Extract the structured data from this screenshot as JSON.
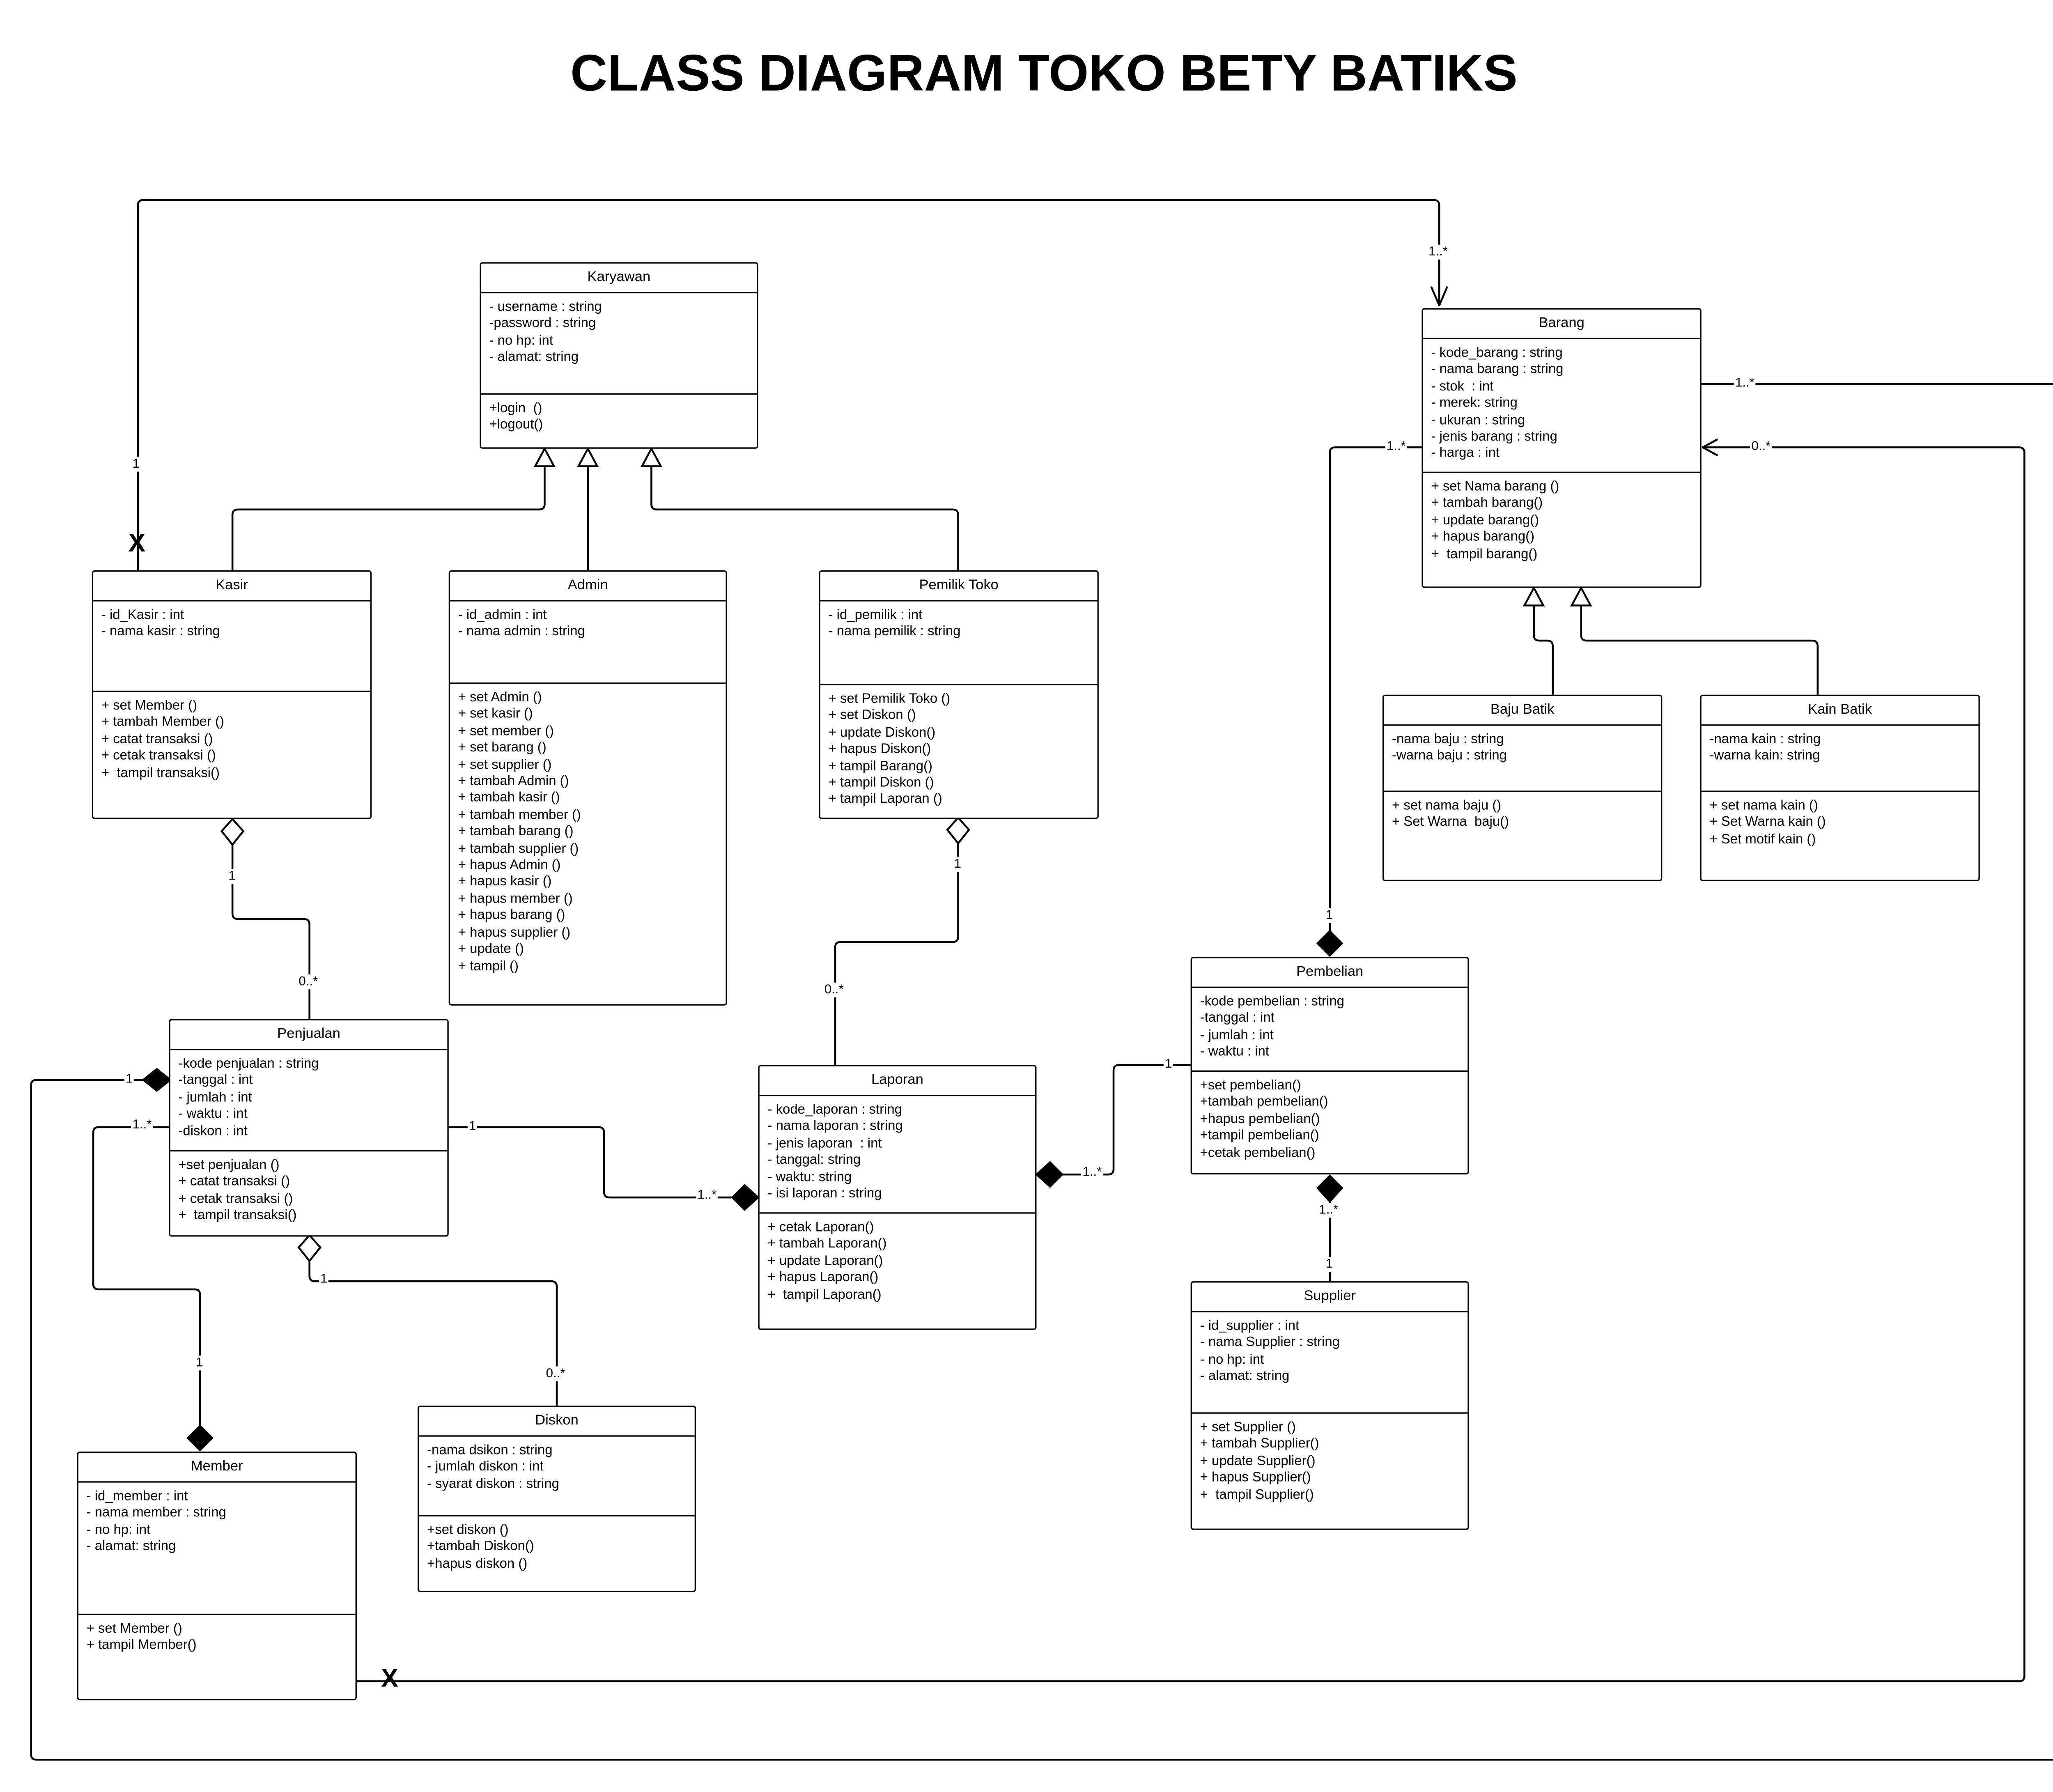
{
  "title": "CLASS DIAGRAM TOKO BETY BATIKS",
  "classes": {
    "karyawan": {
      "name": "Karyawan",
      "attributes": [
        "- username : string",
        "-password : string",
        "- no hp: int",
        "- alamat: string"
      ],
      "methods": [
        "+login  ()",
        "+logout()"
      ]
    },
    "barang": {
      "name": "Barang",
      "attributes": [
        "- kode_barang : string",
        "- nama barang : string",
        "- stok  : int",
        "- merek: string",
        "- ukuran : string",
        "- jenis barang : string",
        "- harga : int"
      ],
      "methods": [
        "+ set Nama barang ()",
        "+ tambah barang()",
        "+ update barang()",
        "+ hapus barang()",
        "+  tampil barang()"
      ]
    },
    "kasir": {
      "name": "Kasir",
      "attributes": [
        "- id_Kasir : int",
        "- nama kasir : string"
      ],
      "methods": [
        "+ set Member ()",
        "+ tambah Member ()",
        "+ catat transaksi ()",
        "+ cetak transaksi ()",
        "+  tampil transaksi()"
      ]
    },
    "admin": {
      "name": "Admin",
      "attributes": [
        "- id_admin : int",
        "- nama admin : string"
      ],
      "methods": [
        "+ set Admin ()",
        "+ set kasir ()",
        "+ set member ()",
        "+ set barang ()",
        "+ set supplier ()",
        "+ tambah Admin ()",
        "+ tambah kasir ()",
        "+ tambah member ()",
        "+ tambah barang ()",
        "+ tambah supplier ()",
        "+ hapus Admin ()",
        "+ hapus kasir ()",
        "+ hapus member ()",
        "+ hapus barang ()",
        "+ hapus supplier ()",
        "+ update ()",
        "+ tampil ()"
      ]
    },
    "pemilik": {
      "name": "Pemilik Toko",
      "attributes": [
        "- id_pemilik : int",
        "- nama pemilik : string"
      ],
      "methods": [
        "+ set Pemilik Toko ()",
        "+ set Diskon ()",
        "+ update Diskon()",
        "+ hapus Diskon()",
        "+ tampil Barang()",
        "+ tampil Diskon ()",
        "+ tampil Laporan ()"
      ]
    },
    "baju": {
      "name": "Baju Batik",
      "attributes": [
        "-nama baju : string",
        "-warna baju : string"
      ],
      "methods": [
        "+ set nama baju ()",
        "+ Set Warna  baju()"
      ]
    },
    "kain": {
      "name": "Kain Batik",
      "attributes": [
        "-nama kain : string",
        "-warna kain: string"
      ],
      "methods": [
        "+ set nama kain ()",
        "+ Set Warna kain ()",
        "+ Set motif kain ()"
      ]
    },
    "pembelian": {
      "name": "Pembelian",
      "attributes": [
        "-kode pembelian : string",
        "-tanggal : int",
        "- jumlah : int",
        "- waktu : int"
      ],
      "methods": [
        "+set pembelian()",
        "+tambah pembelian()",
        "+hapus pembelian()",
        "+tampil pembelian()",
        "+cetak pembelian()"
      ]
    },
    "penjualan": {
      "name": "Penjualan",
      "attributes": [
        "-kode penjualan : string",
        "-tanggal : int",
        "- jumlah : int",
        "- waktu : int",
        "-diskon : int"
      ],
      "methods": [
        "+set penjualan ()",
        "+ catat transaksi ()",
        "+ cetak transaksi ()",
        "+  tampil transaksi()"
      ]
    },
    "laporan": {
      "name": "Laporan",
      "attributes": [
        "- kode_laporan : string",
        "- nama laporan : string",
        "- jenis laporan  : int",
        "- tanggal: string",
        "- waktu: string",
        "- isi laporan : string"
      ],
      "methods": [
        "+ cetak Laporan()",
        "+ tambah Laporan()",
        "+ update Laporan()",
        "+ hapus Laporan()",
        "+  tampil Laporan()"
      ]
    },
    "supplier": {
      "name": "Supplier",
      "attributes": [
        "- id_supplier : int",
        "- nama Supplier : string",
        "- no hp: int",
        "- alamat: string"
      ],
      "methods": [
        "+ set Supplier ()",
        "+ tambah Supplier()",
        "+ update Supplier()",
        "+ hapus Supplier()",
        "+  tampil Supplier()"
      ]
    },
    "diskon": {
      "name": "Diskon",
      "attributes": [
        "-nama dsikon : string",
        "- jumlah diskon : int",
        "- syarat diskon : string"
      ],
      "methods": [
        "+set diskon ()",
        "+tambah Diskon()",
        "+hapus diskon ()"
      ]
    },
    "member": {
      "name": "Member",
      "attributes": [
        "- id_member : int",
        "- nama member : string",
        "- no hp: int",
        "- alamat: string"
      ],
      "methods": [
        "+ set Member ()",
        "+ tampil Member()"
      ]
    }
  },
  "multiplicities": {
    "kasir_barang_top": "1..*",
    "kasir_barang_bottom": "1",
    "barang_right_top": "1..*",
    "barang_left": "1..*",
    "barang_right_bottom": "0..*",
    "pembelian_top": "1",
    "kasir_penjualan_top": "1",
    "kasir_penjualan_bottom": "0..*",
    "pemilik_laporan_top": "1",
    "pemilik_laporan_bottom": "0..*",
    "penjualan_left_top": "1",
    "penjualan_left_bottom": "1..*",
    "penjualan_laporan_left": "1",
    "penjualan_laporan_right": "1..*",
    "laporan_pembelian_left": "1..*",
    "laporan_pembelian_right": "1",
    "pembelian_supplier_top": "1..*",
    "pembelian_supplier_bottom": "1",
    "penjualan_diskon_top": "1",
    "penjualan_diskon_bottom": "0..*",
    "member_penjualan": "1"
  },
  "nav_marks": {
    "kasir_end": "X",
    "member_end": "X"
  }
}
